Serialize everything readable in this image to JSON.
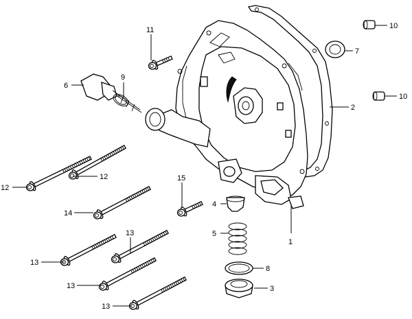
{
  "diagram": {
    "callouts": [
      {
        "id": "c1",
        "text": "1"
      },
      {
        "id": "c2",
        "text": "2"
      },
      {
        "id": "c3",
        "text": "3"
      },
      {
        "id": "c4",
        "text": "4"
      },
      {
        "id": "c5",
        "text": "5"
      },
      {
        "id": "c6",
        "text": "6"
      },
      {
        "id": "c7",
        "text": "7"
      },
      {
        "id": "c8",
        "text": "8"
      },
      {
        "id": "c9",
        "text": "9"
      },
      {
        "id": "c10a",
        "text": "10"
      },
      {
        "id": "c10b",
        "text": "10"
      },
      {
        "id": "c11",
        "text": "11"
      },
      {
        "id": "c12a",
        "text": "12"
      },
      {
        "id": "c12b",
        "text": "12"
      },
      {
        "id": "c13a",
        "text": "13"
      },
      {
        "id": "c13b",
        "text": "13"
      },
      {
        "id": "c13c",
        "text": "13"
      },
      {
        "id": "c13d",
        "text": "13"
      },
      {
        "id": "c14",
        "text": "14"
      },
      {
        "id": "c15",
        "text": "15"
      }
    ]
  }
}
